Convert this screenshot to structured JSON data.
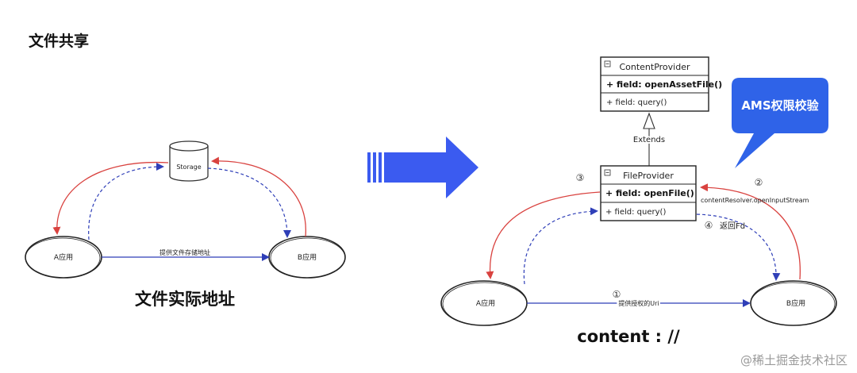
{
  "title": "文件共享",
  "left": {
    "storage_label": "Storage",
    "app_a_label": "A应用",
    "app_b_label": "B应用",
    "link_label": "提供文件存储地址",
    "caption": "文件实际地址"
  },
  "right": {
    "content_provider": {
      "name": "ContentProvider",
      "method_1": "+ field: openAssetFile()",
      "method_2": "+ field: query()"
    },
    "extends_label": "Extends",
    "file_provider": {
      "name": "FileProvider",
      "method_1": "+ field: openFile()",
      "method_2": "+ field: query()"
    },
    "bubble_text": "AMS权限校验",
    "step_1": "①",
    "step_1_label": "提供授权的Uri",
    "step_2": "②",
    "step_2_label": "contentResolver.openInputStream",
    "step_3": "③",
    "step_4": "④",
    "step_4_label": "返回Fd",
    "app_a_label": "A应用",
    "app_b_label": "B应用",
    "caption": "content : //"
  },
  "watermark": "@稀土掘金技术社区",
  "colors": {
    "red_arrow": "#d9423f",
    "blue_arrow": "#2f3fb8",
    "big_arrow": "#3b5bf0",
    "bubble": "#2f63e8"
  }
}
